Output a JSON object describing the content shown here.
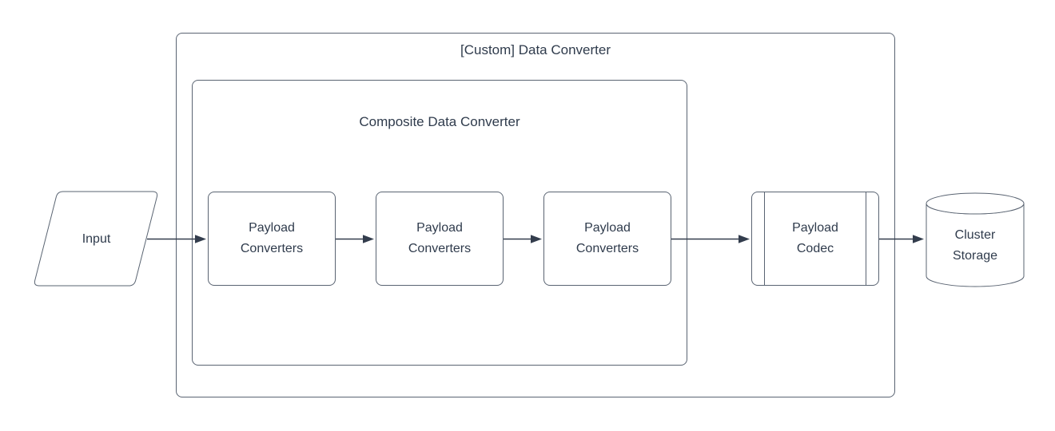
{
  "diagram": {
    "type": "flowchart",
    "containers": {
      "outer": {
        "label": "[Custom] Data Converter"
      },
      "inner": {
        "label": "Composite Data Converter"
      }
    },
    "nodes": {
      "input": {
        "label": "Input",
        "shape": "parallelogram"
      },
      "converter1": {
        "label": "Payload Converters",
        "shape": "rounded-rectangle"
      },
      "converter2": {
        "label": "Payload Converters",
        "shape": "rounded-rectangle"
      },
      "converter3": {
        "label": "Payload Converters",
        "shape": "rounded-rectangle"
      },
      "codec": {
        "label": "Payload Codec",
        "shape": "predefined-process"
      },
      "storage": {
        "label": "Cluster Storage",
        "shape": "cylinder"
      }
    },
    "edges": [
      {
        "from": "input",
        "to": "converter1"
      },
      {
        "from": "converter1",
        "to": "converter2"
      },
      {
        "from": "converter2",
        "to": "converter3"
      },
      {
        "from": "converter3",
        "to": "codec"
      },
      {
        "from": "codec",
        "to": "storage"
      }
    ],
    "colors": {
      "stroke": "#5A6472",
      "arrow": "#333D4D",
      "text": "#2F3B4C",
      "canvas": "#FFFFFF"
    }
  }
}
